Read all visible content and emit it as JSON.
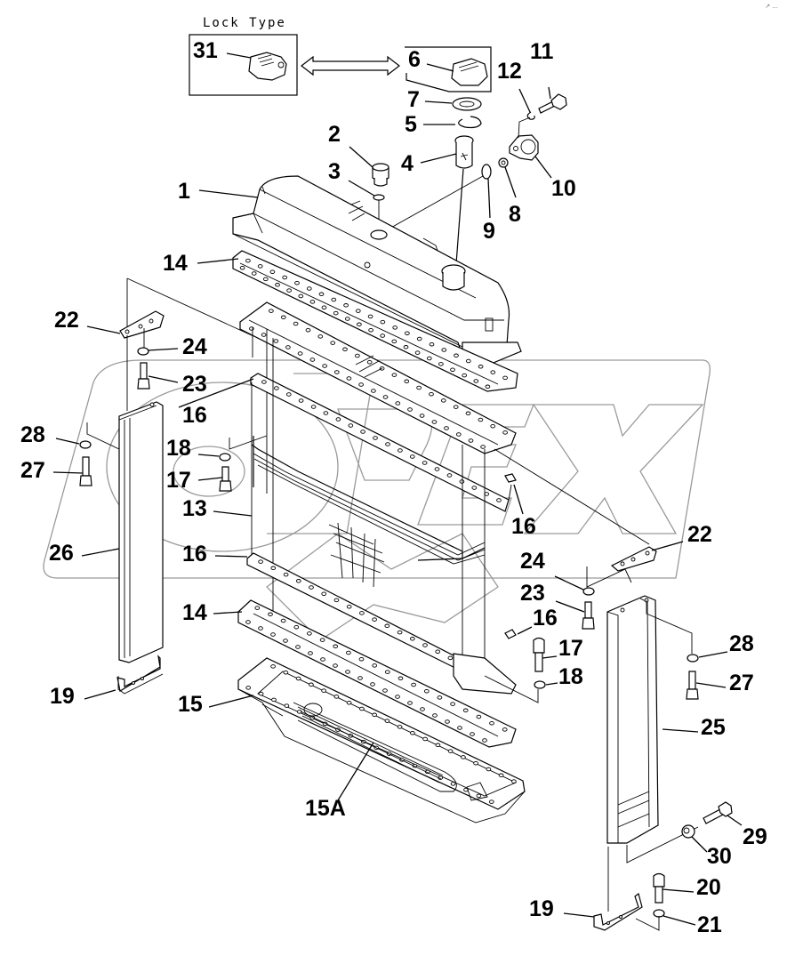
{
  "diagram": {
    "title": "Radiator assembly exploded parts diagram",
    "inset_title": "Lock Type",
    "corner_mark": "↗ ...",
    "watermark_text": "OPEX",
    "parts": [
      {
        "id": "31",
        "label": "31",
        "description": "lock-type cap (inset)"
      },
      {
        "id": "6",
        "label": "6",
        "description": "cap"
      },
      {
        "id": "7",
        "label": "7",
        "description": "gasket"
      },
      {
        "id": "5",
        "label": "5",
        "description": "ring"
      },
      {
        "id": "4",
        "label": "4",
        "description": "filler neck"
      },
      {
        "id": "2",
        "label": "2",
        "description": "plug"
      },
      {
        "id": "3",
        "label": "3",
        "description": "o-ring"
      },
      {
        "id": "1",
        "label": "1",
        "description": "upper tank"
      },
      {
        "id": "9",
        "label": "9",
        "description": "gasket"
      },
      {
        "id": "8",
        "label": "8",
        "description": "plug"
      },
      {
        "id": "10",
        "label": "10",
        "description": "valve"
      },
      {
        "id": "11",
        "label": "11",
        "description": "bolt"
      },
      {
        "id": "12",
        "label": "12",
        "description": "washer"
      },
      {
        "id": "14",
        "label": "14",
        "description": "gasket"
      },
      {
        "id": "22",
        "label": "22",
        "description": "bracket"
      },
      {
        "id": "24",
        "label": "24",
        "description": "washer"
      },
      {
        "id": "23",
        "label": "23",
        "description": "bolt"
      },
      {
        "id": "16",
        "label": "16",
        "description": "seal"
      },
      {
        "id": "18",
        "label": "18",
        "description": "washer"
      },
      {
        "id": "17",
        "label": "17",
        "description": "bolt"
      },
      {
        "id": "13",
        "label": "13",
        "description": "radiator core"
      },
      {
        "id": "28",
        "label": "28",
        "description": "washer"
      },
      {
        "id": "27",
        "label": "27",
        "description": "bolt"
      },
      {
        "id": "26",
        "label": "26",
        "description": "side plate (left)"
      },
      {
        "id": "19",
        "label": "19",
        "description": "bracket"
      },
      {
        "id": "15",
        "label": "15",
        "description": "lower tank"
      },
      {
        "id": "15A",
        "label": "15A",
        "description": "oil cooler"
      },
      {
        "id": "25",
        "label": "25",
        "description": "side plate (right)"
      },
      {
        "id": "29",
        "label": "29",
        "description": "bolt"
      },
      {
        "id": "30",
        "label": "30",
        "description": "cushion"
      },
      {
        "id": "20",
        "label": "20",
        "description": "bolt"
      },
      {
        "id": "21",
        "label": "21",
        "description": "washer"
      }
    ],
    "callouts": [
      {
        "part": "31",
        "text": "31"
      },
      {
        "part": "6",
        "text": "6"
      },
      {
        "part": "7",
        "text": "7"
      },
      {
        "part": "5",
        "text": "5"
      },
      {
        "part": "4",
        "text": "4"
      },
      {
        "part": "2",
        "text": "2"
      },
      {
        "part": "3",
        "text": "3"
      },
      {
        "part": "1",
        "text": "1"
      },
      {
        "part": "9",
        "text": "9"
      },
      {
        "part": "8",
        "text": "8"
      },
      {
        "part": "10",
        "text": "10"
      },
      {
        "part": "11",
        "text": "11"
      },
      {
        "part": "12",
        "text": "12"
      },
      {
        "part": "14",
        "text": "14"
      },
      {
        "part": "22",
        "text": "22"
      },
      {
        "part": "24",
        "text": "24"
      },
      {
        "part": "23",
        "text": "23"
      },
      {
        "part": "16",
        "text": "16"
      },
      {
        "part": "18",
        "text": "18"
      },
      {
        "part": "17",
        "text": "17"
      },
      {
        "part": "13",
        "text": "13"
      },
      {
        "part": "28",
        "text": "28"
      },
      {
        "part": "27",
        "text": "27"
      },
      {
        "part": "26",
        "text": "26"
      },
      {
        "part": "16",
        "text": "16"
      },
      {
        "part": "14",
        "text": "14"
      },
      {
        "part": "19",
        "text": "19"
      },
      {
        "part": "15",
        "text": "15"
      },
      {
        "part": "15A",
        "text": "15A"
      },
      {
        "part": "16",
        "text": "16"
      },
      {
        "part": "22",
        "text": "22"
      },
      {
        "part": "24",
        "text": "24"
      },
      {
        "part": "23",
        "text": "23"
      },
      {
        "part": "16",
        "text": "16"
      },
      {
        "part": "17",
        "text": "17"
      },
      {
        "part": "18",
        "text": "18"
      },
      {
        "part": "28",
        "text": "28"
      },
      {
        "part": "27",
        "text": "27"
      },
      {
        "part": "25",
        "text": "25"
      },
      {
        "part": "29",
        "text": "29"
      },
      {
        "part": "30",
        "text": "30"
      },
      {
        "part": "20",
        "text": "20"
      },
      {
        "part": "19",
        "text": "19"
      },
      {
        "part": "21",
        "text": "21"
      }
    ]
  }
}
